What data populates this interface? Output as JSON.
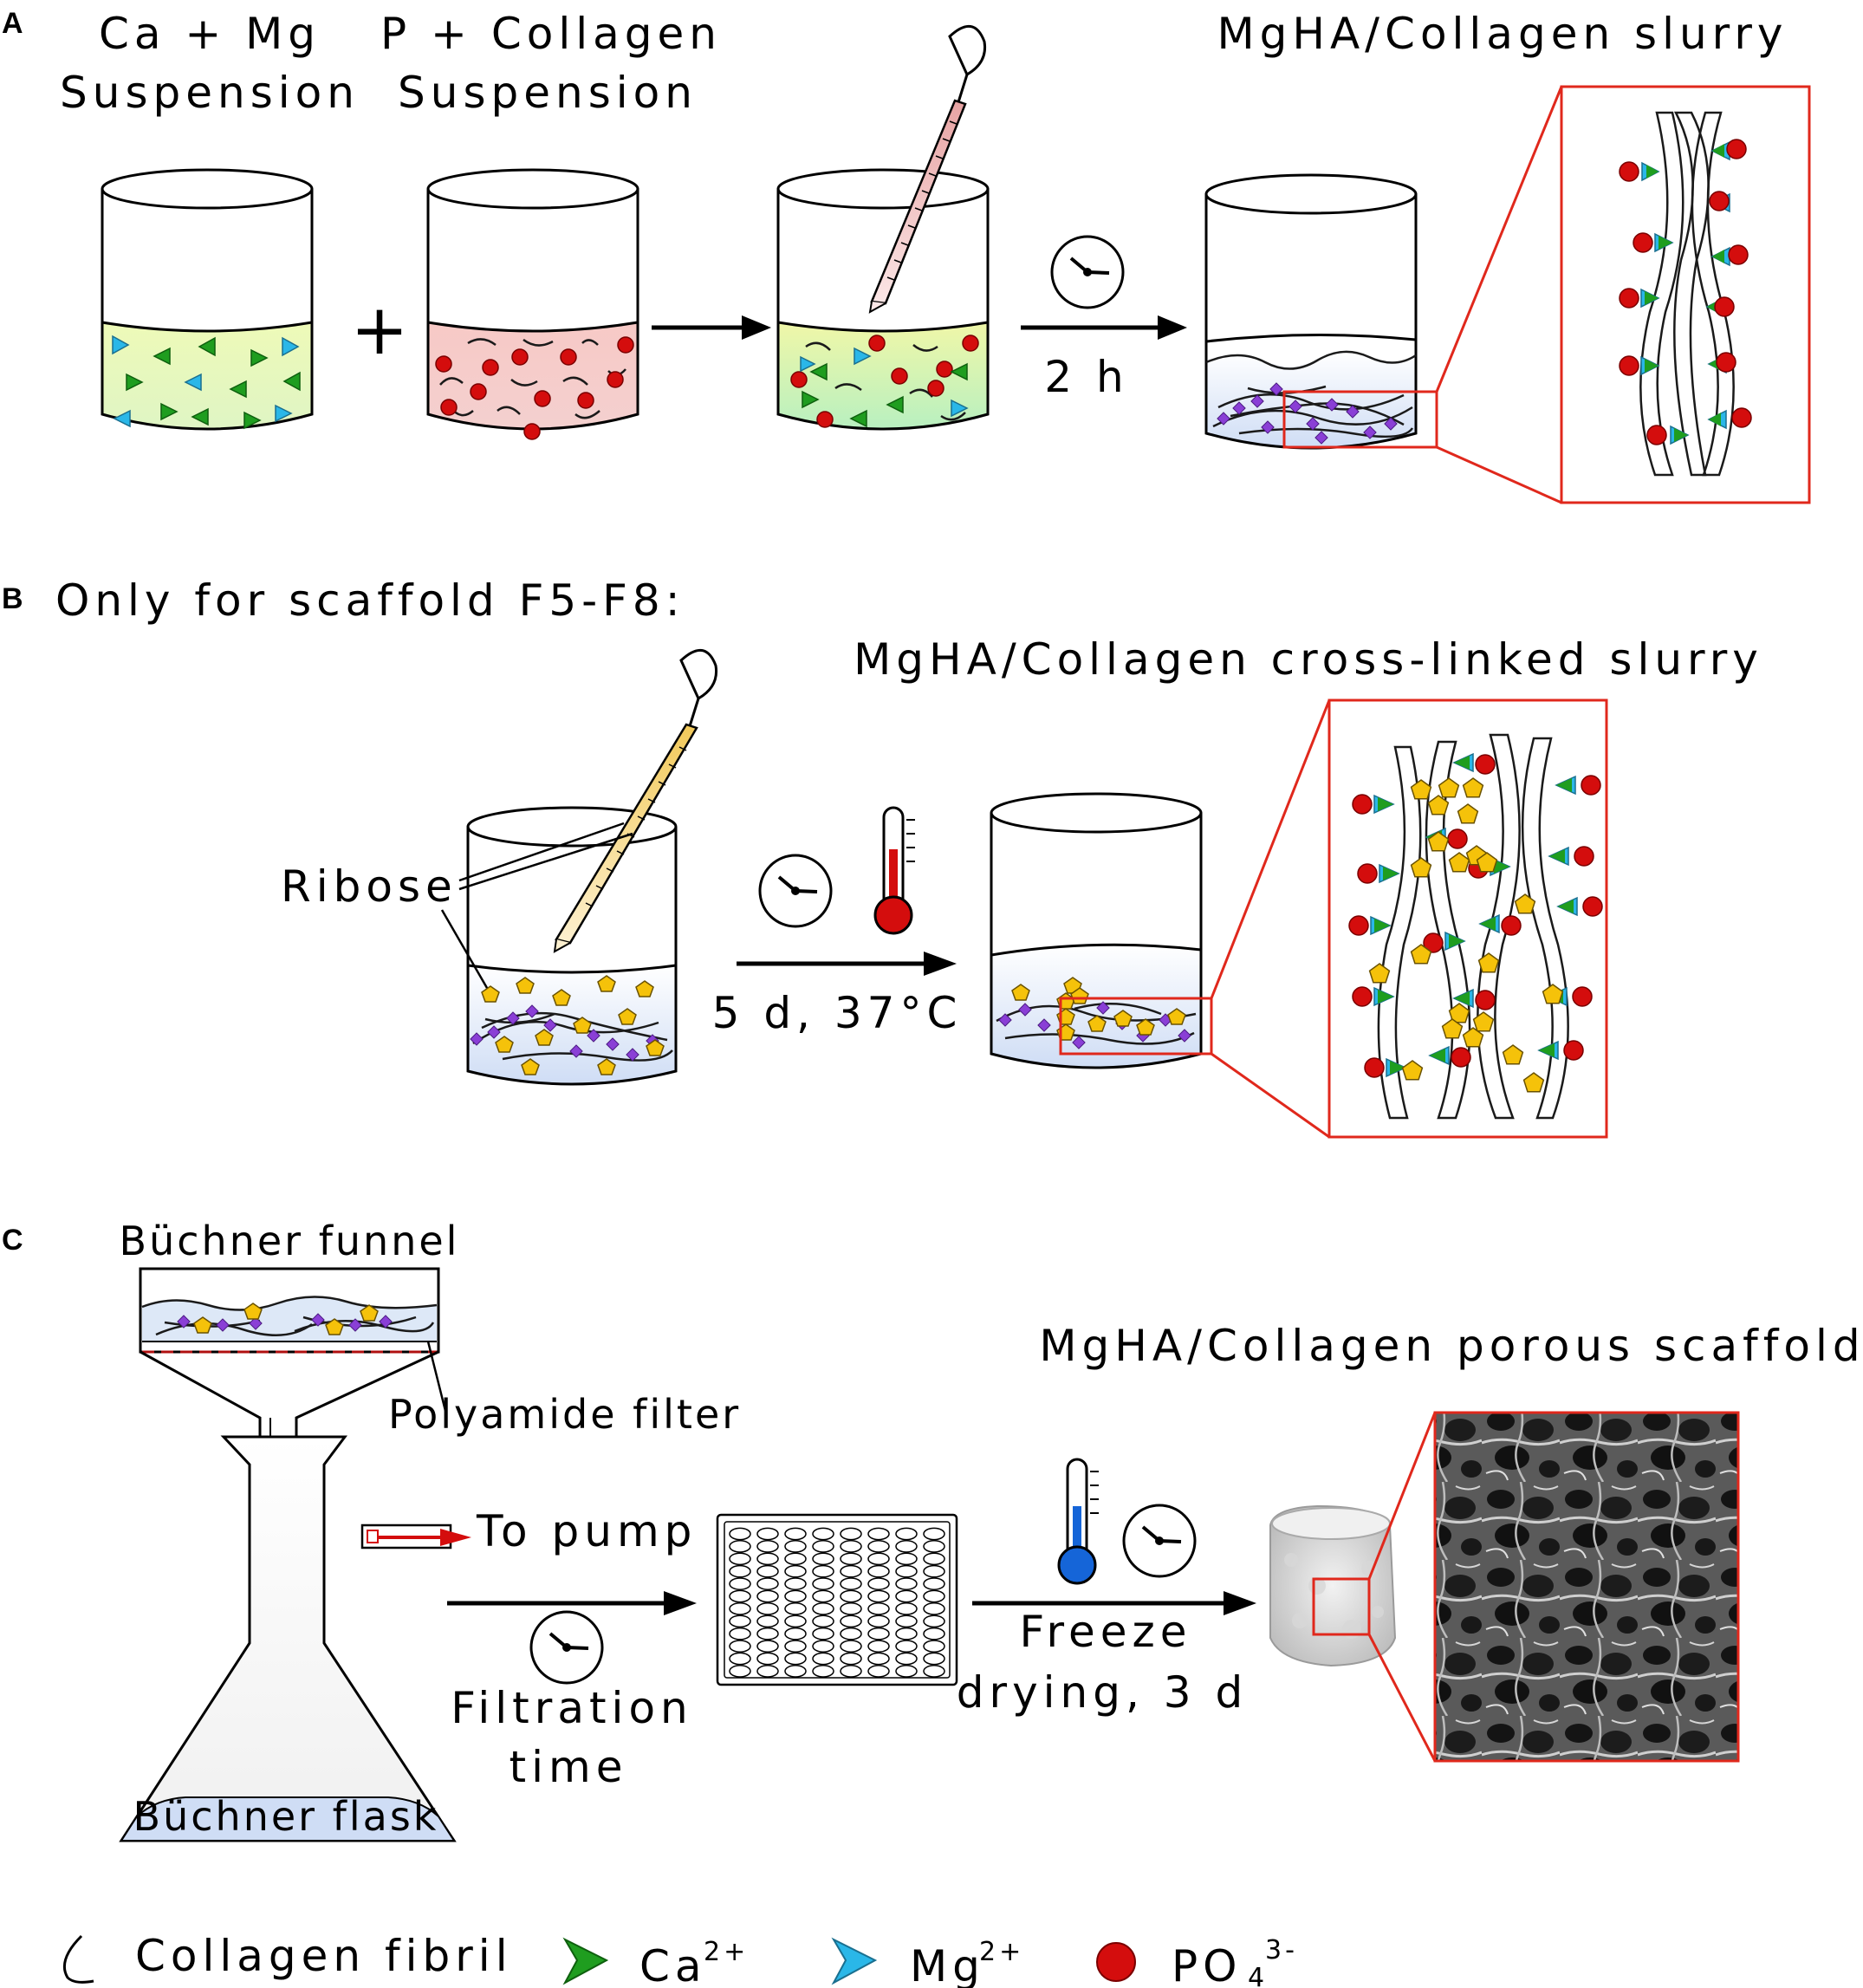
{
  "panels": {
    "a": "A",
    "b": "B",
    "c": "C"
  },
  "a": {
    "ca_mg_line1": "Ca + Mg",
    "ca_mg_line2": "Suspension",
    "p_col_line1": "P + Collagen",
    "p_col_line2": "Suspension",
    "plus": "+",
    "time": "2 h",
    "title": "MgHA/Collagen slurry"
  },
  "b": {
    "only": "Only for scaffold F5-F8:",
    "title": "MgHA/Collagen cross-linked slurry",
    "ribose": "Ribose",
    "conditions": "5 d, 37°C"
  },
  "c": {
    "funnel": "Büchner funnel",
    "filter": "Polyamide filter",
    "pump": "To pump",
    "filtration_line1": "Filtration",
    "filtration_line2": "time",
    "flask": "Büchner flask",
    "title": "MgHA/Collagen porous scaffold",
    "freeze_line1": "Freeze",
    "freeze_line2": "drying, 3 d"
  },
  "legend": {
    "fibril": "Collagen fibril",
    "ca": "Ca",
    "ca_sup": "2+",
    "mg": "Mg",
    "mg_sup": "2+",
    "po": "PO",
    "po_sub": "4",
    "po_sup": "3-"
  },
  "colors": {
    "ca": "#1f9d1f",
    "mg": "#2ab7e8",
    "po": "#d40d0d",
    "ribose": "#f5c20a",
    "crosslink": "#8a3fd6",
    "zoom": "#e0281c",
    "caMgLiquid": "#e7f7b0",
    "pColLiquid": "#f4c1c1",
    "slurryLiquid": "#dde8f7"
  },
  "icons": [
    "clock-icon",
    "thermometer-hot-icon",
    "thermometer-cold-icon",
    "pipette-icon",
    "well-plate-icon",
    "scaffold-icon",
    "sem-image"
  ]
}
